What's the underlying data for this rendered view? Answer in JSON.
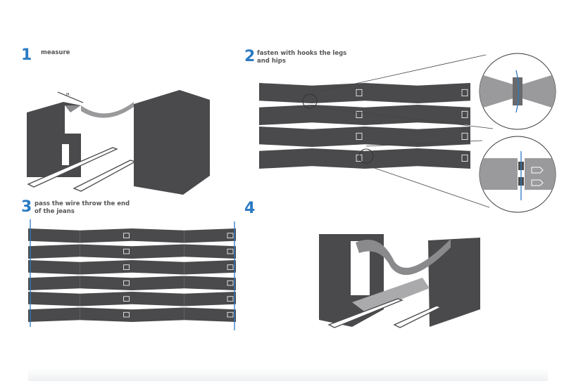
{
  "steps": [
    {
      "number": "1",
      "caption": "measure",
      "dimension_label": "M."
    },
    {
      "number": "2",
      "caption_line1": "fasten with hooks the legs",
      "caption_line2": "and hips"
    },
    {
      "number": "3",
      "caption_line1": "pass the wire throw the end",
      "caption_line2": "of the jeans"
    },
    {
      "number": "4"
    }
  ],
  "colors": {
    "accent": "#2b7bc2",
    "dark": "#4a4a4c",
    "mid": "#8a8a8c",
    "light": "#bdbdbf"
  }
}
